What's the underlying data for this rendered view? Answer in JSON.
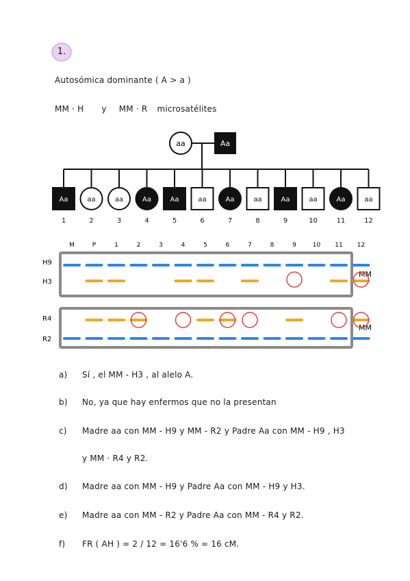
{
  "exercise_number": "1.",
  "inheritance": "Autosómica dominante ( A > a )",
  "markers": {
    "mm_h": "MM · H",
    "y": "y",
    "mm_r": "MM · R",
    "microsat": "microsatélites"
  },
  "parents": {
    "mother": "aa",
    "father": "Aa"
  },
  "children": [
    {
      "n": "1",
      "geno": "Aa",
      "sex": "m",
      "affected": true
    },
    {
      "n": "2",
      "geno": "aa",
      "sex": "f",
      "affected": false
    },
    {
      "n": "3",
      "geno": "aa",
      "sex": "f",
      "affected": false
    },
    {
      "n": "4",
      "geno": "Aa",
      "sex": "f",
      "affected": true
    },
    {
      "n": "5",
      "geno": "Aa",
      "sex": "m",
      "affected": true
    },
    {
      "n": "6",
      "geno": "aa",
      "sex": "m",
      "affected": false
    },
    {
      "n": "7",
      "geno": "Aa",
      "sex": "f",
      "affected": true
    },
    {
      "n": "8",
      "geno": "aa",
      "sex": "m",
      "affected": false
    },
    {
      "n": "9",
      "geno": "Aa",
      "sex": "m",
      "affected": true
    },
    {
      "n": "10",
      "geno": "aa",
      "sex": "m",
      "affected": false
    },
    {
      "n": "11",
      "geno": "Aa",
      "sex": "f",
      "affected": true
    },
    {
      "n": "12",
      "geno": "aa",
      "sex": "m",
      "affected": false
    }
  ],
  "gel_lane_labels": [
    "M",
    "P",
    "1",
    "2",
    "3",
    "4",
    "5",
    "6",
    "7",
    "8",
    "9",
    "10",
    "11",
    "12"
  ],
  "gel_h": {
    "row_labels": [
      "H9",
      "H3"
    ],
    "side_label": "MM",
    "h9_lanes": [
      0,
      1,
      2,
      3,
      4,
      5,
      6,
      7,
      8,
      9,
      10,
      11,
      12,
      13
    ],
    "h3_lanes": [
      1,
      2,
      5,
      6,
      8,
      12,
      13
    ],
    "circles_h3": [
      10,
      13
    ]
  },
  "gel_r": {
    "row_labels": [
      "R4",
      "R2"
    ],
    "side_label": "MM",
    "r4_lanes": [
      1,
      2,
      3,
      6,
      7,
      10,
      13
    ],
    "r2_lanes": [
      0,
      1,
      2,
      3,
      4,
      5,
      6,
      7,
      8,
      9,
      10,
      11,
      12,
      13
    ],
    "circles_r4": [
      3,
      5,
      7,
      8,
      12,
      13
    ]
  },
  "colors": {
    "blue": "#2f86e6",
    "orange": "#f2a623",
    "red": "#e0423f",
    "gray": "#8a8a8a",
    "black": "#111111",
    "badge": "#e9d3f0"
  },
  "answers": [
    {
      "letter": "a)",
      "text": "Sí , el MM - H3 , al alelo A."
    },
    {
      "letter": "b)",
      "text": "No, ya que hay enfermos que no la presentan"
    },
    {
      "letter": "c)",
      "text": "Madre aa con MM - H9 y MM - R2 y Padre Aa con MM - H9 , H3"
    },
    {
      "letter": "",
      "text": "y MM · R4 y R2."
    },
    {
      "letter": "d)",
      "text": "Madre aa con MM - H9 y Padre Aa con MM - H9 y H3."
    },
    {
      "letter": "e)",
      "text": "Madre aa con MM - R2 y Padre Aa con MM - R4 y R2."
    },
    {
      "letter": "f)",
      "text": "FR ( AH ) = 2 / 12 = 16'6 % = 16 cM."
    }
  ]
}
